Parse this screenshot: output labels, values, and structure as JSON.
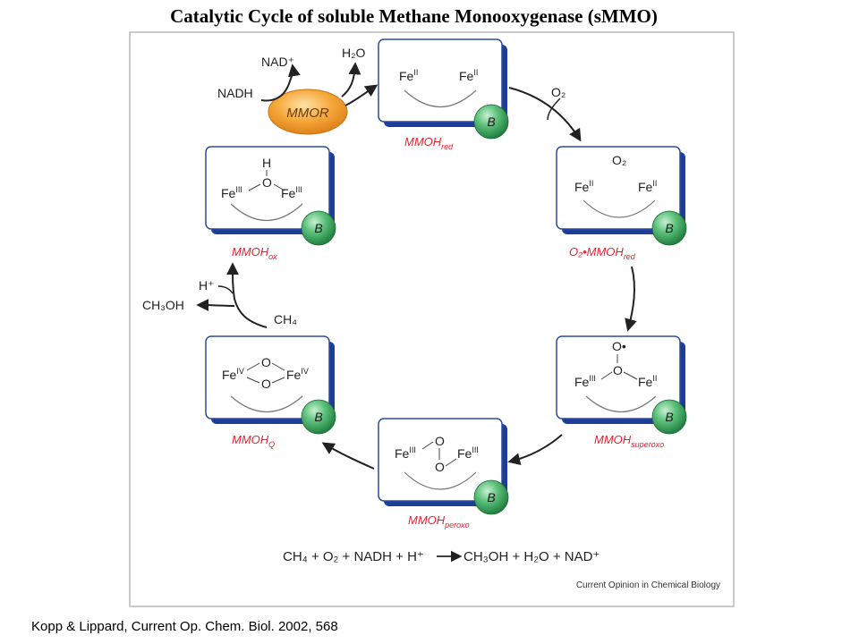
{
  "slide": {
    "title": "Catalytic Cycle of soluble Methane Monooxygenase (sMMO)",
    "citation": "Kopp & Lippard, Current Op. Chem. Biol. 2002, 568"
  },
  "figure": {
    "source_credit": "Current Opinion in Chemical Biology",
    "colors": {
      "box_border": "#2c4aa0",
      "box_shadow": "#1e3d98",
      "state_label": "#e8212d",
      "sphere_b": "#3a9b57",
      "mmor_orange": "#f2992a",
      "frame": "#b8b8b8"
    },
    "mmor": {
      "label": "MMOR",
      "nad_plus": "NAD⁺",
      "nadh": "NADH",
      "water": "H₂O"
    },
    "states": {
      "red": {
        "name": "MMOH",
        "sub": "red",
        "fe_left": "Fe",
        "fe_left_ox": "II",
        "fe_right": "Fe",
        "fe_right_ox": "II"
      },
      "o2red": {
        "name": "O₂•MMOH",
        "sub": "red",
        "fe_left": "Fe",
        "fe_left_ox": "II",
        "fe_right": "Fe",
        "fe_right_ox": "II",
        "ligand": "O₂"
      },
      "superoxo": {
        "name": "MMOH",
        "sub": "superoxo",
        "fe_left": "Fe",
        "fe_left_ox": "III",
        "fe_right": "Fe",
        "fe_right_ox": "II",
        "o_top": "O•",
        "o_mid": "O"
      },
      "peroxo": {
        "name": "MMOH",
        "sub": "peroxo",
        "fe_left": "Fe",
        "fe_left_ox": "III",
        "fe_right": "Fe",
        "fe_right_ox": "III",
        "o_top": "O",
        "o_bot": "O"
      },
      "q": {
        "name": "MMOH",
        "sub": "Q",
        "fe_left": "Fe",
        "fe_left_ox": "IV",
        "fe_right": "Fe",
        "fe_right_ox": "IV",
        "o_top": "O",
        "o_bot": "O"
      },
      "ox": {
        "name": "MMOH",
        "sub": "ox",
        "fe_left": "Fe",
        "fe_left_ox": "III",
        "fe_right": "Fe",
        "fe_right_ox": "III",
        "h": "H",
        "o": "O"
      }
    },
    "sphere_label": "B",
    "step_labels": {
      "o2_in": "O₂",
      "h_plus": "H⁺",
      "methanol": "CH₃OH",
      "methane": "CH₄"
    },
    "overall_equation": {
      "lhs": "CH₄ + O₂ + NADH + H⁺",
      "rhs": "CH₃OH + H₂O + NAD⁺"
    }
  }
}
